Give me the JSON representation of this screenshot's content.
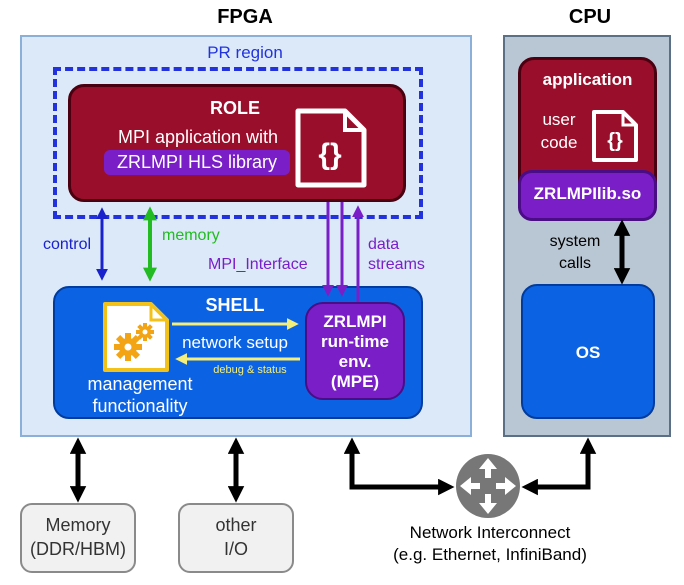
{
  "fpga": {
    "title": "FPGA",
    "pr_region_label": "PR region"
  },
  "role": {
    "title": "ROLE",
    "line1": "MPI application with",
    "line2": "ZRLMPI HLS library",
    "icon": "code-file-icon"
  },
  "shell": {
    "title": "SHELL",
    "mgmt_line1": "management",
    "mgmt_line2": "functionality",
    "mgmt_icon": "gears-icon",
    "network_setup": "network setup",
    "debug_status": "debug & status"
  },
  "mpe": {
    "line1": "ZRLMPI",
    "line2": "run-time",
    "line3": "env.",
    "line4": "(MPE)"
  },
  "links": {
    "control": "control",
    "memory": "memory",
    "mpi_interface": "MPI_Interface",
    "data1": "data",
    "data2": "streams"
  },
  "cpu": {
    "title": "CPU",
    "app_title": "application",
    "user1": "user",
    "user2": "code",
    "lib": "ZRLMPIlib.so",
    "syscalls1": "system",
    "syscalls2": "calls",
    "os": "OS"
  },
  "bottom": {
    "memory1": "Memory",
    "memory2": "(DDR/HBM)",
    "other1": "other",
    "other2": "I/O",
    "net1": "Network Interconnect",
    "net2": "(e.g. Ethernet, InfiniBand)",
    "router_icon": "router-icon"
  },
  "colors": {
    "fpga_bg": "#dce9f8",
    "role": "#990e2a",
    "shell": "#0b63e3",
    "mpe": "#7a1fc8",
    "cpu_bg": "#b9c6d3",
    "control": "#1a22cc",
    "memory": "#22bb22",
    "purple": "#7a1fc8",
    "yellow": "#f4ee7a"
  }
}
